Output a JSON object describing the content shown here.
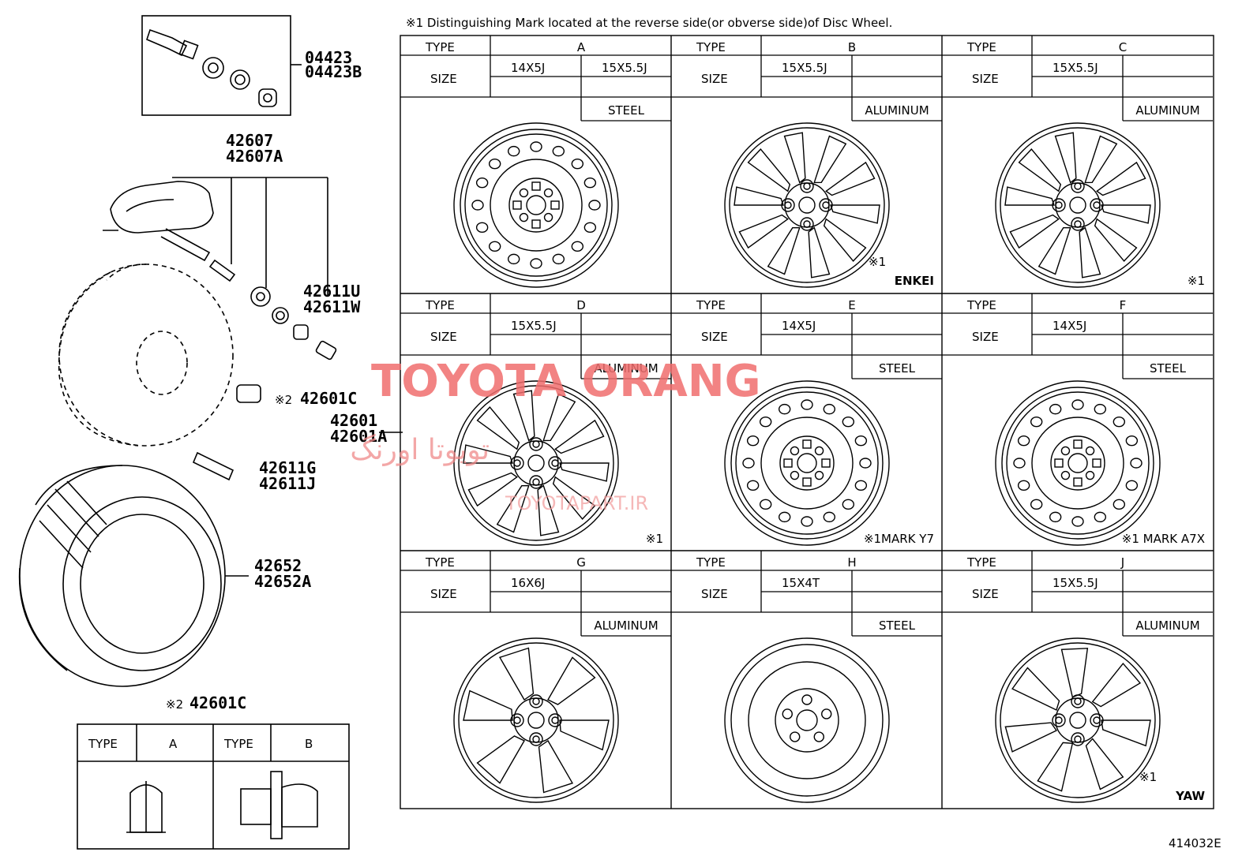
{
  "header_note": "※1 Distinguishing Mark located at the reverse side(or obverse side)of Disc Wheel.",
  "figure_id": "414032E",
  "watermark": {
    "line1": "TOYOTA ORANG",
    "line2": "تویوتا اورنگ",
    "line3": "TOYOTAPART.IR"
  },
  "parts": {
    "valve_kit": [
      "04423",
      "04423B"
    ],
    "sensor": [
      "42607",
      "42607A"
    ],
    "cap": [
      "42611U",
      "42611W"
    ],
    "nut_ref": "※2",
    "nut": "42601C",
    "wheel": [
      "42601",
      "42601A"
    ],
    "valve": [
      "42611G",
      "42611J"
    ],
    "tire": [
      "42652",
      "42652A"
    ]
  },
  "labels": {
    "type": "TYPE",
    "size": "SIZE"
  },
  "wheels": [
    {
      "type": "A",
      "sizes": [
        "14X5J",
        "15X5.5J"
      ],
      "material": "STEEL",
      "mark": ""
    },
    {
      "type": "B",
      "sizes": [
        "15X5.5J"
      ],
      "material": "ALUMINUM",
      "mark": "ENKEI",
      "mark_ref": "※1"
    },
    {
      "type": "C",
      "sizes": [
        "15X5.5J"
      ],
      "material": "ALUMINUM",
      "mark": "※1",
      "mark_ref": ""
    },
    {
      "type": "D",
      "sizes": [
        "15X5.5J"
      ],
      "material": "ALUMINUM",
      "mark": "※1",
      "mark_ref": ""
    },
    {
      "type": "E",
      "sizes": [
        "14X5J"
      ],
      "material": "STEEL",
      "mark": "※1MARK Y7",
      "mark_ref": ""
    },
    {
      "type": "F",
      "sizes": [
        "14X5J"
      ],
      "material": "STEEL",
      "mark": "※1 MARK A7X",
      "mark_ref": ""
    },
    {
      "type": "G",
      "sizes": [
        "16X6J"
      ],
      "material": "ALUMINUM",
      "mark": "",
      "mark_ref": ""
    },
    {
      "type": "H",
      "sizes": [
        "15X4T"
      ],
      "material": "STEEL",
      "mark": "",
      "mark_ref": ""
    },
    {
      "type": "J",
      "sizes": [
        "15X5.5J"
      ],
      "material": "ALUMINUM",
      "mark": "YAW",
      "mark_ref": "※1"
    }
  ],
  "nut_table": {
    "title": "42601C",
    "title_ref": "※2",
    "type_a": "A",
    "type_b": "B"
  }
}
